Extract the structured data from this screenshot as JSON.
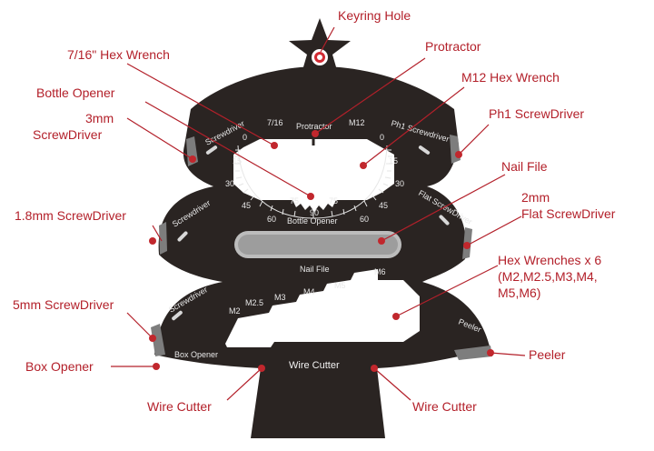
{
  "diagram": {
    "callouts": {
      "keyring": "Keyring Hole",
      "protractor": "Protractor",
      "hex716": "7/16\" Hex Wrench",
      "m12": "M12 Hex Wrench",
      "bottle": "Bottle Opener",
      "sd3_l1": "3mm",
      "sd3_l2": "ScrewDriver",
      "ph1": "Ph1 ScrewDriver",
      "nailfile": "Nail File",
      "sd18": "1.8mm ScrewDriver",
      "flat2_l1": "2mm",
      "flat2_l2": "Flat ScrewDriver",
      "hexw_l1": "Hex Wrenches x 6",
      "hexw_l2": "(M2,M2.5,M3,M4,",
      "hexw_l3": "M5,M6)",
      "sd5": "5mm ScrewDriver",
      "boxopener": "Box Opener",
      "peeler": "Peeler",
      "wirecutter_left": "Wire Cutter",
      "wirecutter_right": "Wire Cutter"
    },
    "etched": {
      "hex716": "7/16",
      "protractor": "Protractor",
      "m12": "M12",
      "ph1": "Ph1 Screwdriver",
      "sd_upper": "Screwdriver",
      "sd_mid": "Screwdriver",
      "sd_lower": "Screwdriver",
      "flat": "Flat ScrewDriver",
      "bottle": "Bottle Opener",
      "nailfile": "Nail File",
      "m2": "M2",
      "m25": "M2.5",
      "m3": "M3",
      "m4": "M4",
      "m5": "M5",
      "m6": "M6",
      "boxopener": "Box Opener",
      "wirecutter": "Wire Cutter",
      "peeler": "Peeler",
      "angles": {
        "a0_left": "0",
        "a0_right": "0",
        "a15_left": "15",
        "a15_right": "15",
        "a30_left": "30",
        "a30_right": "30",
        "a45_left": "45",
        "a45_right": "45",
        "a60_left": "60",
        "a60_right": "60",
        "a75_left": "75",
        "a75_right": "75",
        "a90": "90"
      }
    },
    "colors": {
      "tool_body": "#2a2422",
      "callout": "#b3202a",
      "edge_gray": "#7d7d7d"
    }
  }
}
